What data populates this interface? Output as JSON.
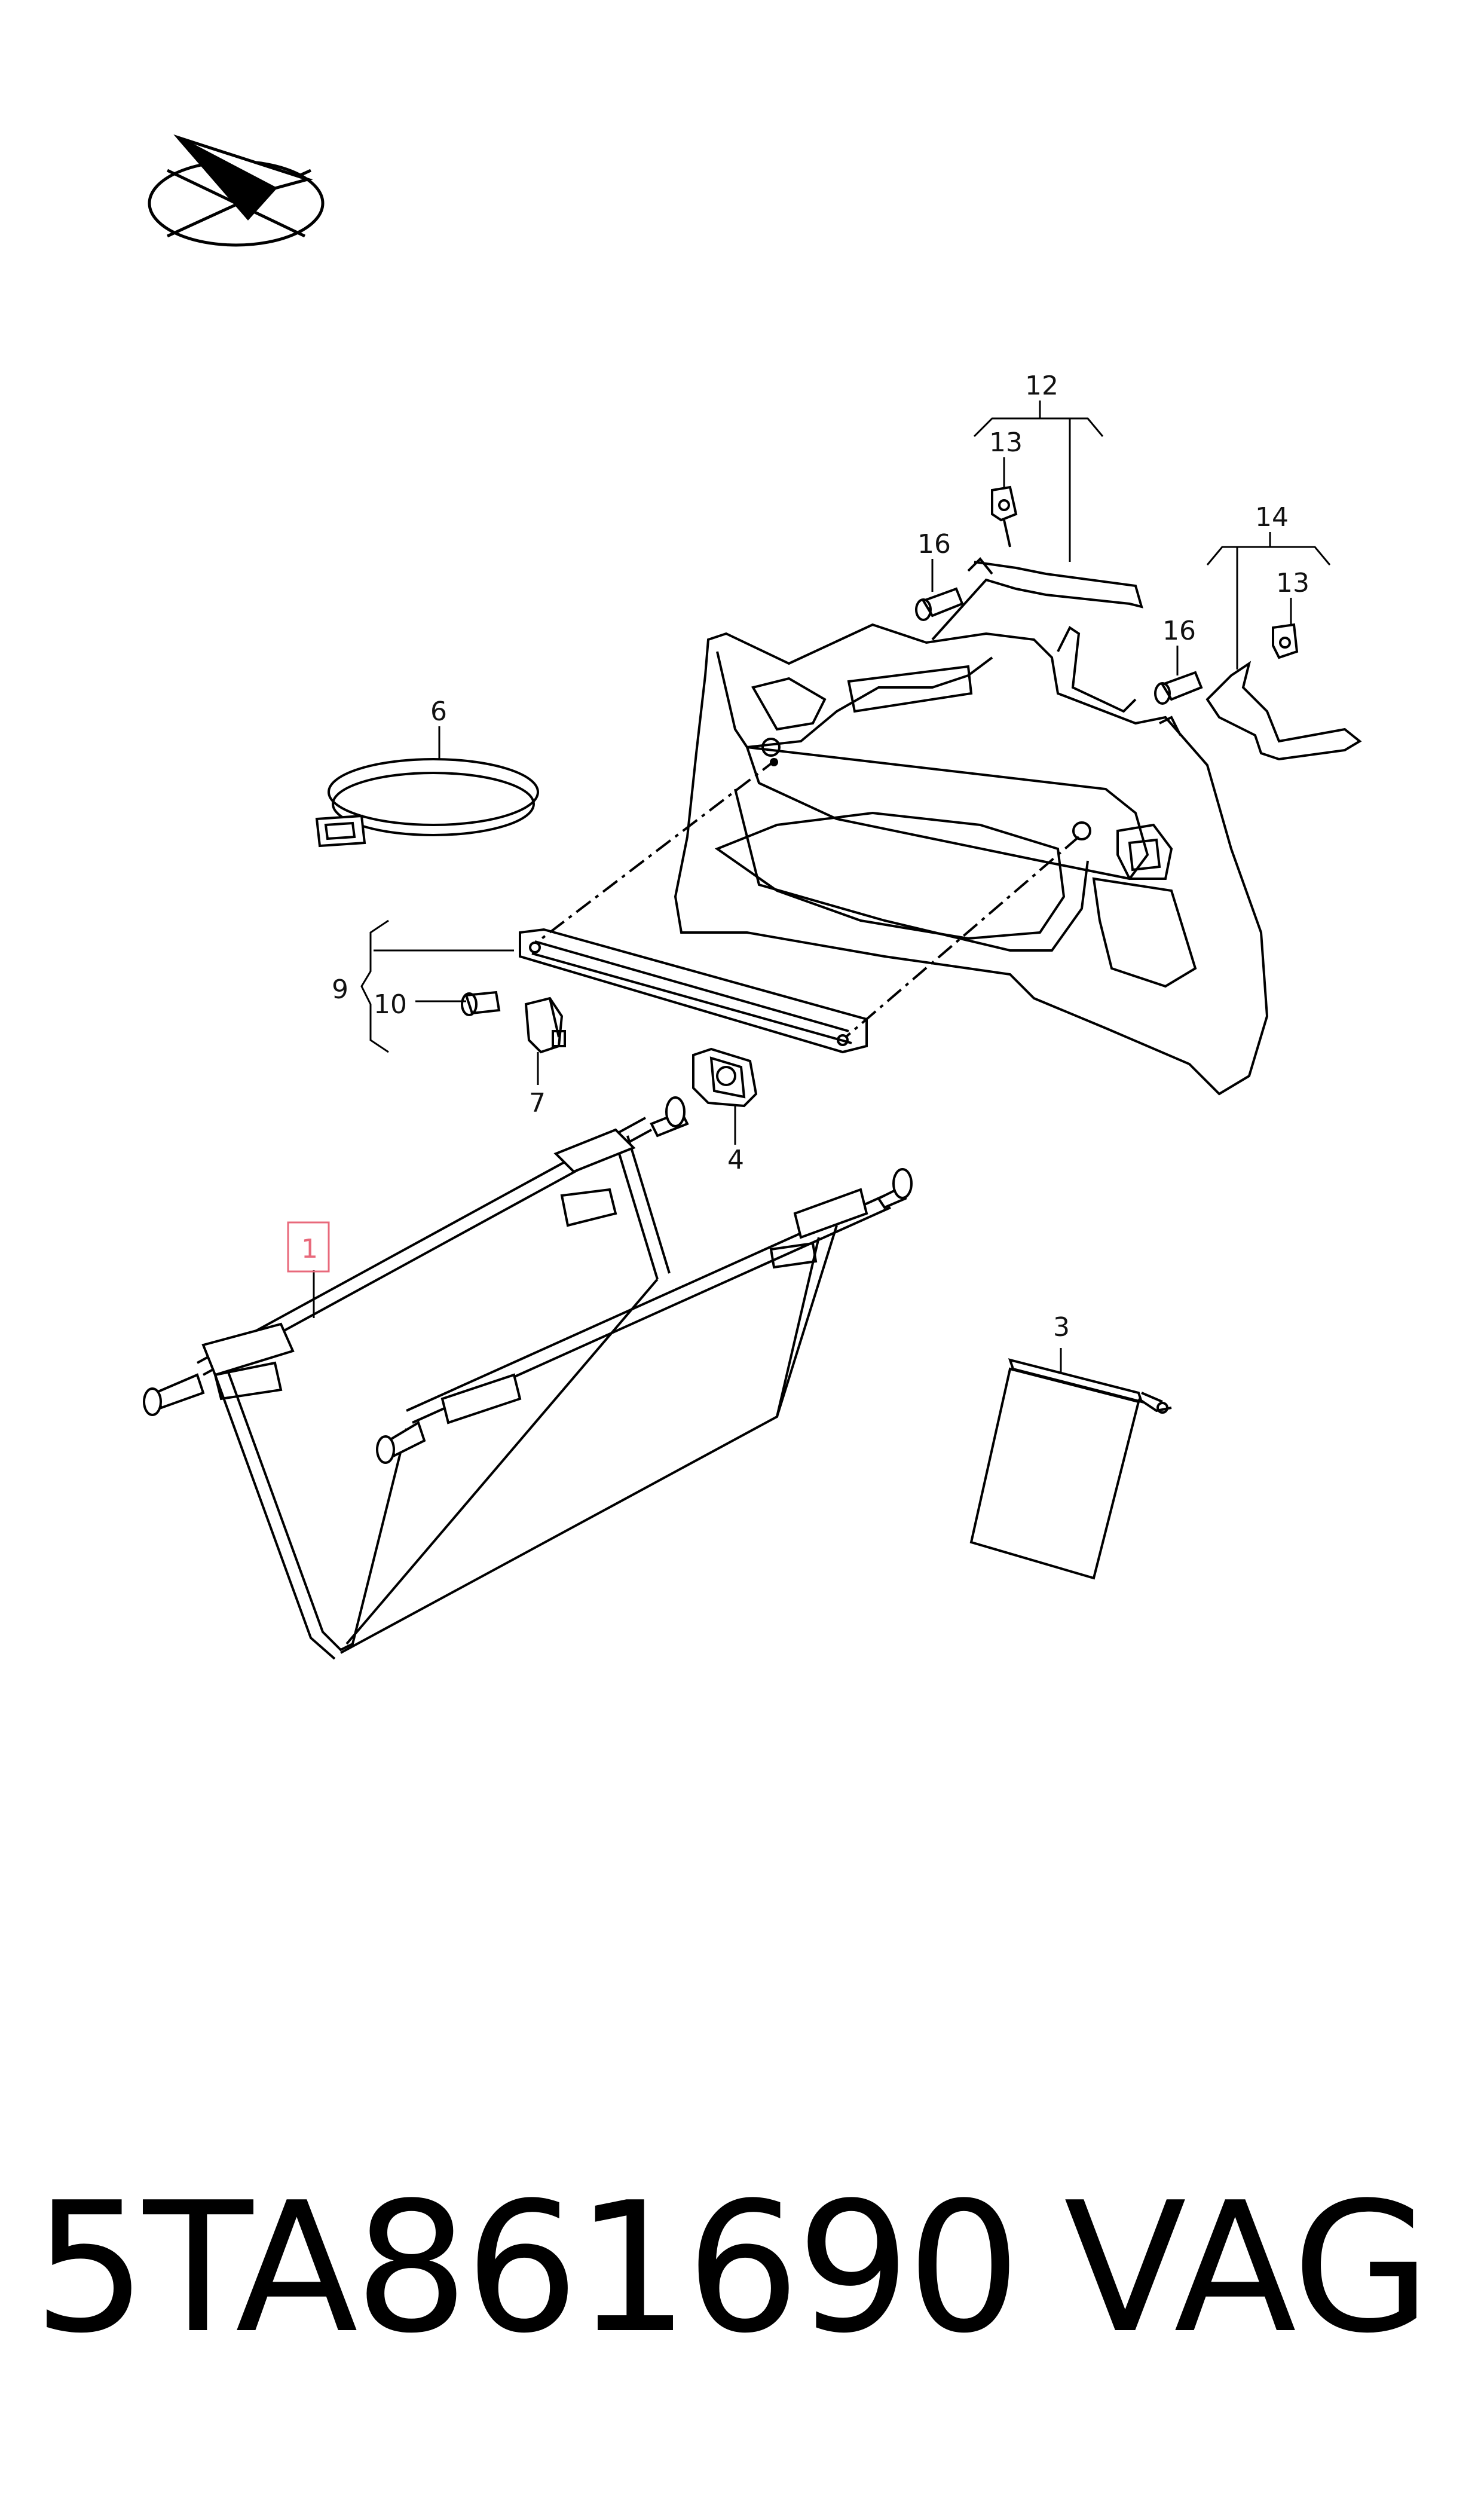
{
  "callouts": {
    "c1": "1",
    "c3": "3",
    "c4": "4",
    "c6": "6",
    "c7": "7",
    "c9": "9",
    "c10": "10",
    "c12": "12",
    "c13a": "13",
    "c13b": "13",
    "c14": "14",
    "c16a": "16",
    "c16b": "16"
  },
  "highlight": {
    "callout": "1",
    "color": "#e8697b"
  },
  "footer": {
    "part_number": "5TA861690",
    "brand": "VAG"
  },
  "icons": [
    "direction-arrow-icon"
  ]
}
